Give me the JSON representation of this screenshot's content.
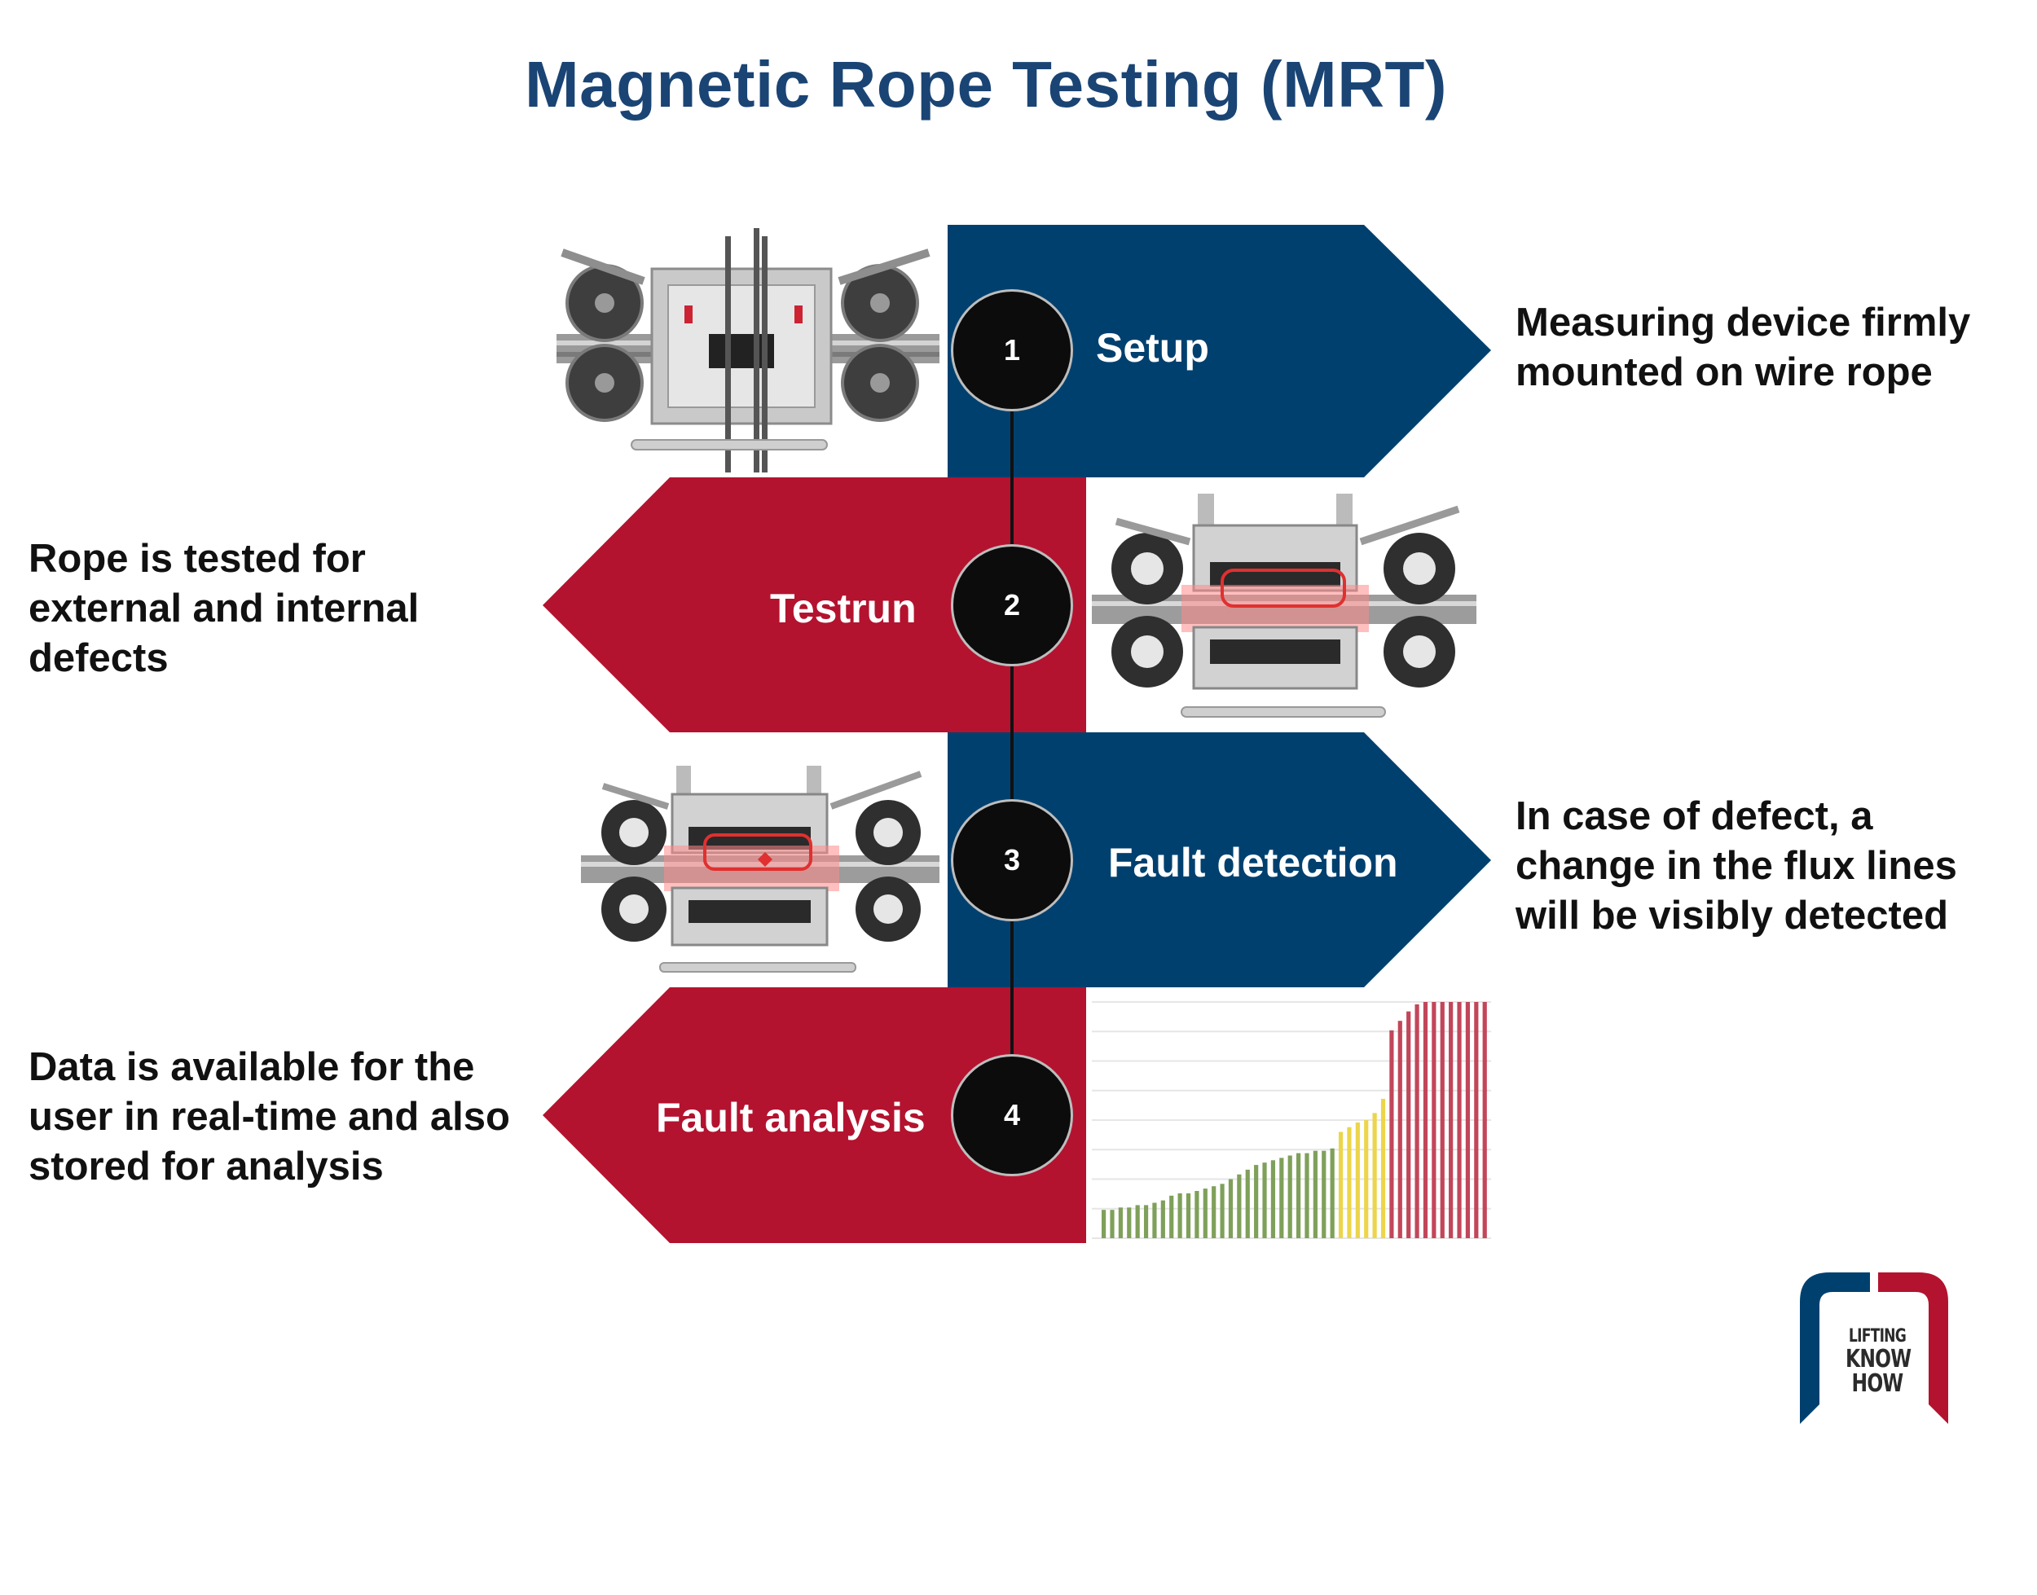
{
  "title": "Magnetic Rope Testing (MRT)",
  "colors": {
    "blue": "#00406f",
    "red": "#b3132f",
    "title": "#1a4474",
    "bar_green": "#7fa05a",
    "bar_yellow": "#ecd54a",
    "bar_red": "#c2465a"
  },
  "steps": [
    {
      "number": "1",
      "label": "Setup",
      "description": "Measuring device firmly mounted on wire rope",
      "color": "blue",
      "image": "device-mounted-icon"
    },
    {
      "number": "2",
      "label": "Testrun",
      "description": "Rope is tested for external and internal defects",
      "color": "red",
      "image": "device-testrun-icon"
    },
    {
      "number": "3",
      "label": "Fault detection",
      "description": "In case of defect, a change in the flux lines will be visibly detected",
      "color": "blue",
      "image": "device-fault-icon"
    },
    {
      "number": "4",
      "label": "Fault analysis",
      "description": "Data is available for the user in real-time and also stored for analysis",
      "color": "red",
      "image": "analysis-bar-chart"
    }
  ],
  "chart_data": {
    "type": "bar",
    "title": "",
    "xlabel": "",
    "ylabel": "",
    "ylim": [
      0,
      100
    ],
    "grid": true,
    "series": [
      {
        "color": "green",
        "values": [
          12,
          12,
          13,
          13,
          14,
          14,
          15,
          16,
          18,
          19,
          19,
          20,
          21,
          22,
          23,
          25,
          27,
          29,
          31,
          32,
          33,
          34,
          35,
          36,
          36,
          37,
          37,
          38
        ]
      },
      {
        "color": "yellow",
        "values": [
          45,
          47,
          49,
          50,
          53,
          59
        ]
      },
      {
        "color": "red",
        "values": [
          88,
          92,
          96,
          99,
          100,
          100,
          100,
          100,
          100,
          100,
          100,
          100
        ]
      }
    ]
  },
  "logo": {
    "line1": "LIFTING",
    "line2": "KNOW",
    "line3": "HOW"
  }
}
